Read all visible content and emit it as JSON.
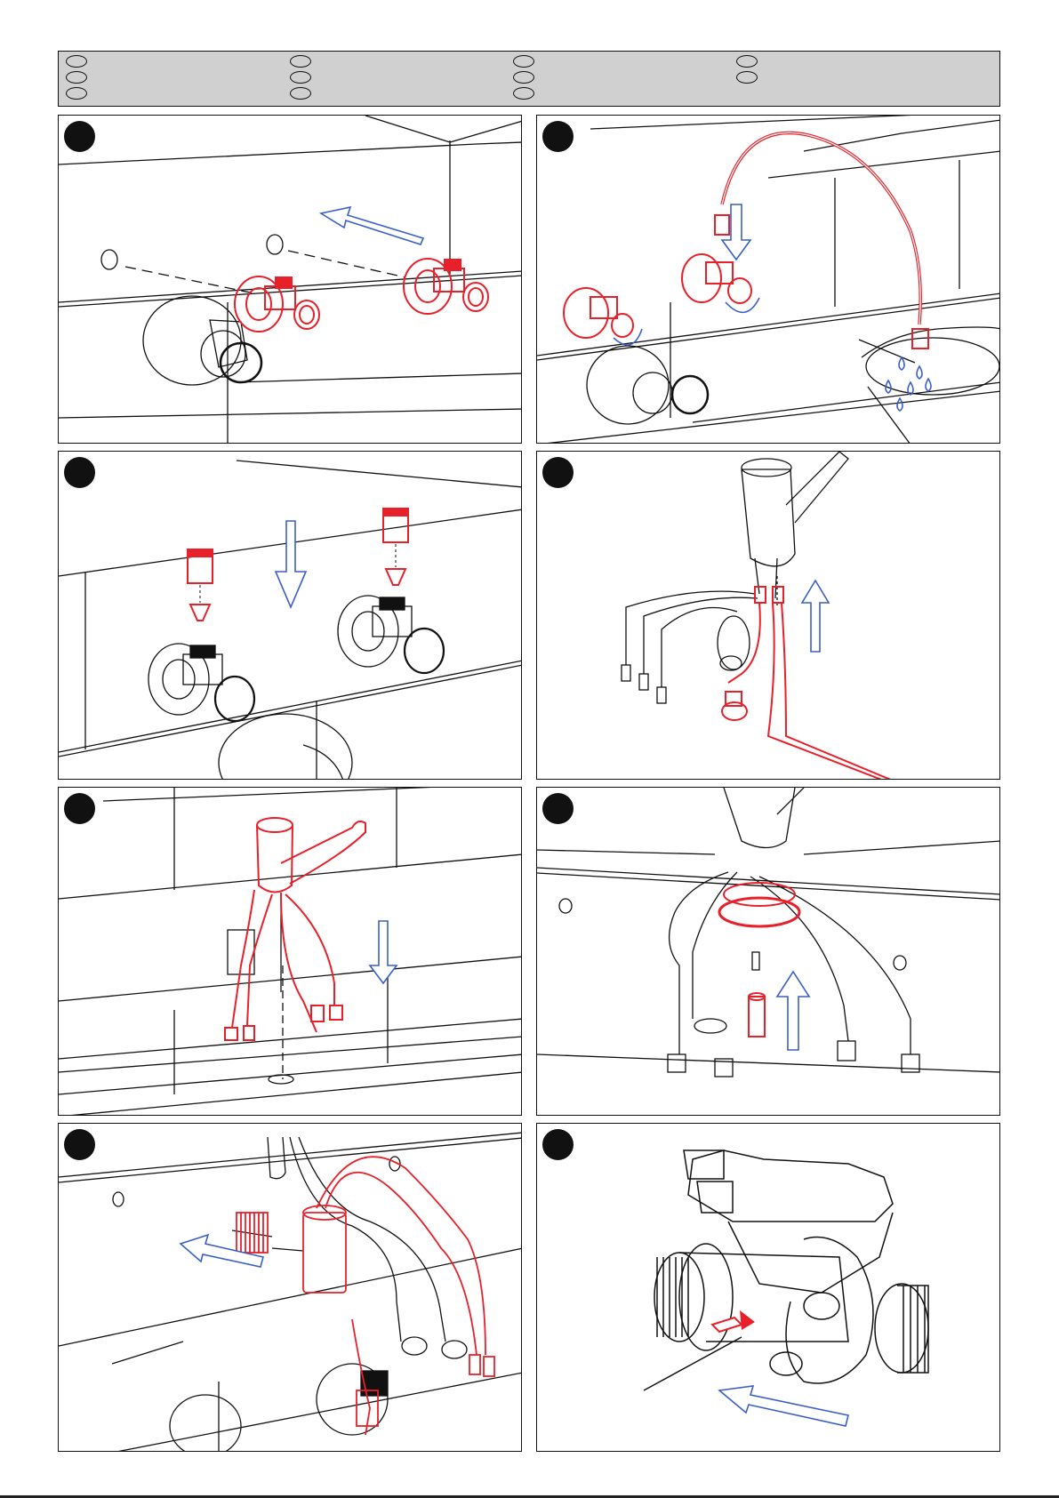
{
  "header": {
    "language_ovals": 11
  },
  "colors": {
    "outline": "#111111",
    "highlight_red": "#e8202a",
    "arrow_blue": "#3b5fc8",
    "header_gray": "#d0d0d0"
  },
  "panels": [
    {
      "step_marker": "black-dot",
      "illustration": "angle-valves-mount-to-wall",
      "arrow": "left"
    },
    {
      "step_marker": "black-dot",
      "illustration": "flush-pipes-with-hose-into-bucket",
      "arrow": "down"
    },
    {
      "step_marker": "black-dot",
      "illustration": "fit-filters-and-adapters-onto-valves",
      "arrow": "down"
    },
    {
      "step_marker": "black-dot",
      "illustration": "connect-hoses-to-mixer-body",
      "arrow": "up"
    },
    {
      "step_marker": "black-dot",
      "illustration": "insert-mixer-into-basin-hole",
      "arrow": "down"
    },
    {
      "step_marker": "black-dot",
      "illustration": "fit-washer-and-stud-under-basin",
      "arrow": "up"
    },
    {
      "step_marker": "black-dot",
      "illustration": "attach-solenoid-unit-to-wall",
      "arrow": "left"
    },
    {
      "step_marker": "black-dot",
      "illustration": "solenoid-valve-flow-direction",
      "arrow": "left"
    }
  ]
}
